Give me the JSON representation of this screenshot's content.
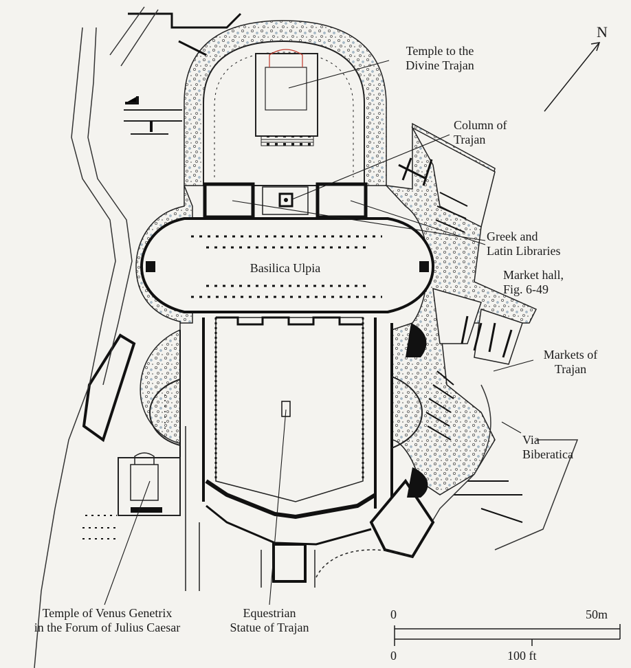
{
  "labels": {
    "temple_trajan": [
      "Temple to the",
      "Divine Trajan"
    ],
    "column": [
      "Column of",
      "Trajan"
    ],
    "libraries": [
      "Greek and",
      "Latin Libraries"
    ],
    "basilica": "Basilica Ulpia",
    "market_hall": [
      "Market hall,",
      "Fig. 6-49"
    ],
    "markets": [
      "Markets of",
      "Trajan"
    ],
    "via": [
      "Via",
      "Biberatica"
    ],
    "venus": [
      "Temple of Venus Genetrix",
      "in the Forum of Julius Caesar"
    ],
    "equestrian": [
      "Equestrian",
      "Statue of Trajan"
    ],
    "north": "N"
  },
  "scale": {
    "metric_start": "0",
    "metric_end": "50m",
    "imperial_start": "0",
    "imperial_end": "100 ft"
  }
}
